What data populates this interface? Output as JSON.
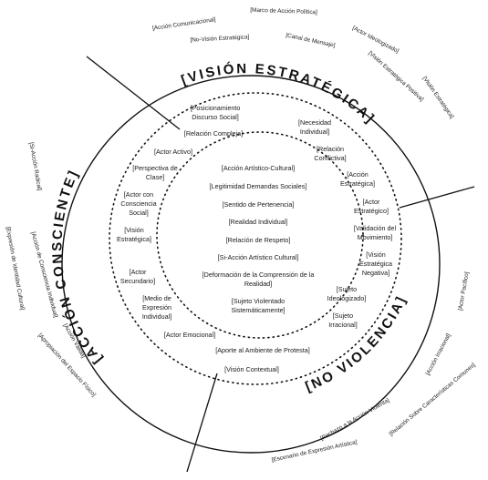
{
  "titles": {
    "vision": "[VISIÓN ESTRATÉGICA]",
    "accion": "[ACCIÓN CONSCIENTE]",
    "noviolencia": "[NO VIOLENCIA]"
  },
  "center": [
    "[Acción Artístico-Cultural]",
    "[Legitimidad Demandas Sociales]",
    "[Sentido de Pertenencia]",
    "[Realidad Individual]",
    "[Relación de Respeto]",
    "[Si-Acción Artístico Cultural]",
    "[Deformación de la Comprensión de la",
    "Realidad]",
    "[Sujeto Violentado",
    "Sistemáticamente]"
  ],
  "ring": {
    "top": [
      "[Posicionamiento",
      "Discurso Social]",
      "[Relación Compleja]",
      "[Actor Activo]"
    ],
    "left": [
      "[Perspectiva de",
      "Clase]",
      "[Actor con",
      "Consciencia",
      "Social]",
      "[Visión",
      "Estratégica]",
      "[Actor",
      "Secundario]",
      "[Medio de",
      "Expresión",
      "Individual]"
    ],
    "right": [
      "[Necesidad",
      "Individual]",
      "[Relación",
      "Conflictiva]",
      "[Acción",
      "Estratégica]",
      "[Actor",
      "Estratégico]",
      "[Validación del",
      "Movimiento]",
      "[Visión",
      "Estratégica",
      "Negativa]",
      "[Sujeto",
      "Ideologizado]",
      "[Sujeto",
      "Irracional]"
    ],
    "bottom": [
      "[Actor Emocional]",
      "[Aporte al Ambiente de Protesta]",
      "[Visión Contextual]"
    ]
  },
  "outer": {
    "top": [
      "[Acción Comunicacional]",
      "[Marco de Acción Política]",
      "[No-Visión Estratégica]",
      "[Canal de Mensaje]",
      "[Actor Ideologizado]",
      "[Visión Estratégica Positiva]",
      "[Visión Estratégica]"
    ],
    "left": [
      "[Si-Acción Radical]",
      "[Expresión de Identidad Cultural]",
      "[Acción de Consciencia Individual]",
      "[Acción Válida]",
      "[Apropiación del Espacio Físico]"
    ],
    "right": [
      "[Actor Pacífico]",
      "[Acción Irracional]",
      "[Relación Sobre Características Comunes]",
      "[Rechazo a la Acción Violenta]",
      "[Escenario de Expresión Artística]"
    ]
  },
  "colors": {
    "ink": "#1a1a1a"
  }
}
